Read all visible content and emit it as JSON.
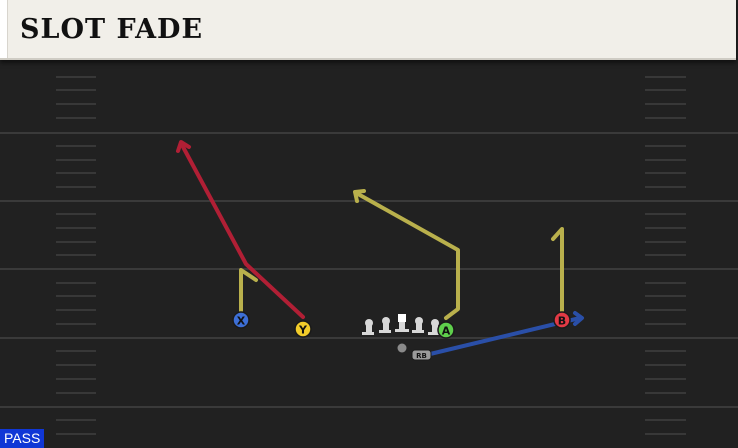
{
  "title": "SLOT FADE",
  "play_type": "PASS",
  "players": [
    {
      "id": "X",
      "color": "#3d6fd6"
    },
    {
      "id": "Y",
      "color": "#f2cc2a"
    },
    {
      "id": "A",
      "color": "#5fcf4c"
    },
    {
      "id": "B",
      "color": "#e23a45"
    },
    {
      "id": "RB",
      "color": "#9a9a9a"
    }
  ],
  "route_colors": {
    "fade": "#b11f35",
    "yellow": "#b9b04c",
    "blue": "#2a4fa8"
  }
}
